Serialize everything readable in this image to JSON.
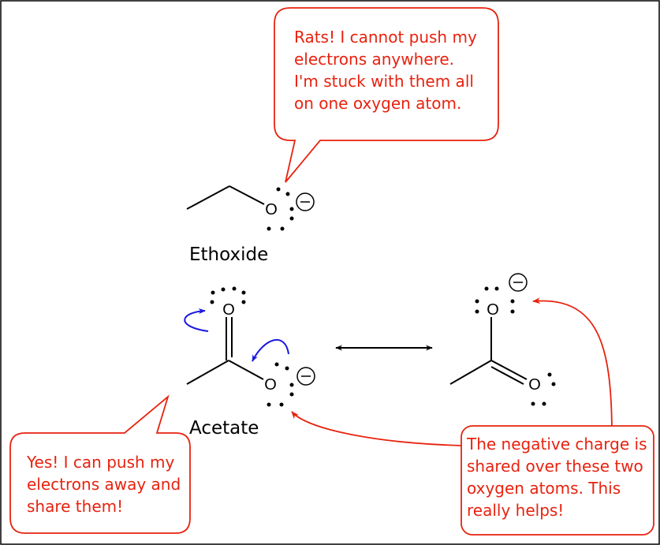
{
  "colors": {
    "bubble_border": "#e8220f",
    "bubble_fill": "#ffffff",
    "bubble_text": "#e8220f",
    "red_arrow": "#e8220f",
    "blue_arrow": "#1a1adf",
    "bonds": "#000000"
  },
  "atoms": {
    "oxygen": "O",
    "negative_sign": "−"
  },
  "labels": {
    "ethoxide": "Ethoxide",
    "acetate": "Acetate"
  },
  "bubbles": {
    "rats": {
      "lines": [
        "Rats!  I cannot push my",
        "electrons anywhere.",
        "I'm stuck with them all",
        "on one oxygen atom."
      ]
    },
    "yes": {
      "lines": [
        "Yes!  I can push my",
        "electrons away and",
        "share them!"
      ]
    },
    "shared": {
      "lines": [
        "The negative charge is",
        "shared over these two",
        "oxygen atoms. This",
        "really helps!"
      ]
    }
  },
  "icons": {
    "resonance": "double-headed-arrow",
    "electron_push": "curved-arrow",
    "charge": "circled-minus"
  }
}
